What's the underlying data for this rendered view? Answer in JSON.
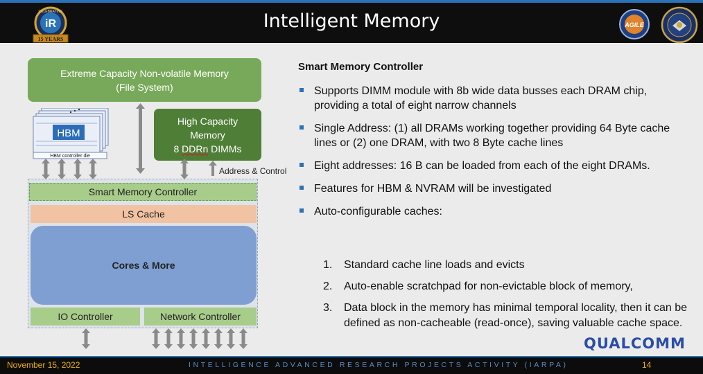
{
  "header": {
    "title": "Intelligent Memory",
    "logo_left_top": "CELEBRATING",
    "logo_left_bottom": "15 YEARS",
    "logo_left_mark": "iR",
    "logo_agile": "AGILE"
  },
  "diagram": {
    "nv_memory_line1": "Extreme Capacity Non-volatile Memory",
    "nv_memory_line2": "(File System)",
    "hbm_label": "HBM",
    "hbm_controller_label": "HBM controller die",
    "hc_line1": "High Capacity",
    "hc_line2": "Memory",
    "hc_line3_prefix": "8 ",
    "hc_line3_ul": "DDRn",
    "hc_line3_suffix": " DIMMs",
    "address_label": "Address & Control",
    "smart_controller": "Smart Memory Controller",
    "ls_cache": "LS Cache",
    "cores": "Cores & More",
    "io_controller": "IO Controller",
    "network_controller": "Network Controller"
  },
  "content": {
    "heading": "Smart Memory Controller",
    "bullets": [
      "Supports DIMM module with 8b wide data busses each DRAM chip, providing a total of eight narrow channels",
      "Single Address: (1) all DRAMs working together providing 64 Byte cache lines or (2) one DRAM, with two 8 Byte cache lines",
      "Eight addresses: 16 B can be loaded from each of the eight DRAMs.",
      "Features for HBM & NVRAM will be investigated",
      "Auto-configurable caches:"
    ],
    "sub_items": [
      {
        "num": "1.",
        "text": "Standard cache line loads and evicts"
      },
      {
        "num": "2.",
        "text": "Auto-enable scratchpad for non-evictable block of memory,"
      },
      {
        "num": "3.",
        "text": "Data block in the memory has minimal temporal locality, then it can be defined as non-cacheable (read-once), saving valuable cache space."
      }
    ]
  },
  "brand": "QUALCOMM",
  "footer": {
    "date": "November 15, 2022",
    "org": "INTELLIGENCE ADVANCED RESEARCH PROJECTS ACTIVITY (IARPA)",
    "page": "14"
  },
  "colors": {
    "accent_blue": "#2b73b8",
    "footer_gold": "#f0b400",
    "nv_green": "#78a95a",
    "hc_green": "#4f7e37",
    "controller_green": "#a8cc8a",
    "cache_orange": "#f2c3a2",
    "cores_blue": "#7f9fd2"
  }
}
